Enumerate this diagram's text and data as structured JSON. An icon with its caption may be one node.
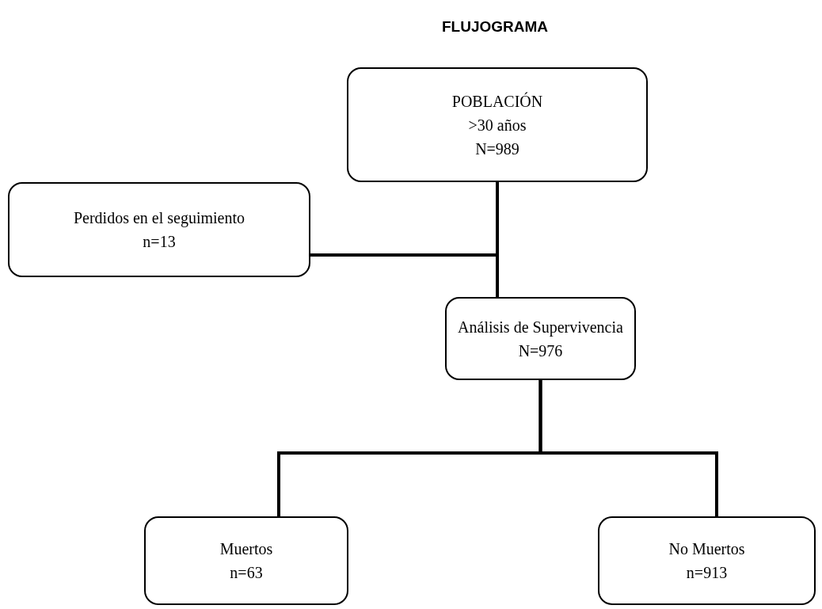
{
  "diagram": {
    "title": "FLUJOGRAMA",
    "nodes": [
      {
        "text": [
          "POBLACIÓN",
          ">30 años",
          "N=989"
        ]
      },
      {
        "text": [
          "Perdidos en el seguimiento",
          "n=13"
        ]
      },
      {
        "text": [
          "Análisis de Supervivencia",
          "N=976"
        ]
      },
      {
        "text": [
          "Muertos",
          "n=63"
        ]
      },
      {
        "text": [
          "No Muertos",
          "n=913"
        ]
      }
    ],
    "edges": [
      {
        "from": 0,
        "to": 2,
        "arrow": "none"
      },
      {
        "from": 0,
        "to": 1,
        "arrow": "none"
      },
      {
        "from": 2,
        "to": 3,
        "arrow": "none"
      },
      {
        "from": 2,
        "to": 4,
        "arrow": "none"
      }
    ]
  }
}
